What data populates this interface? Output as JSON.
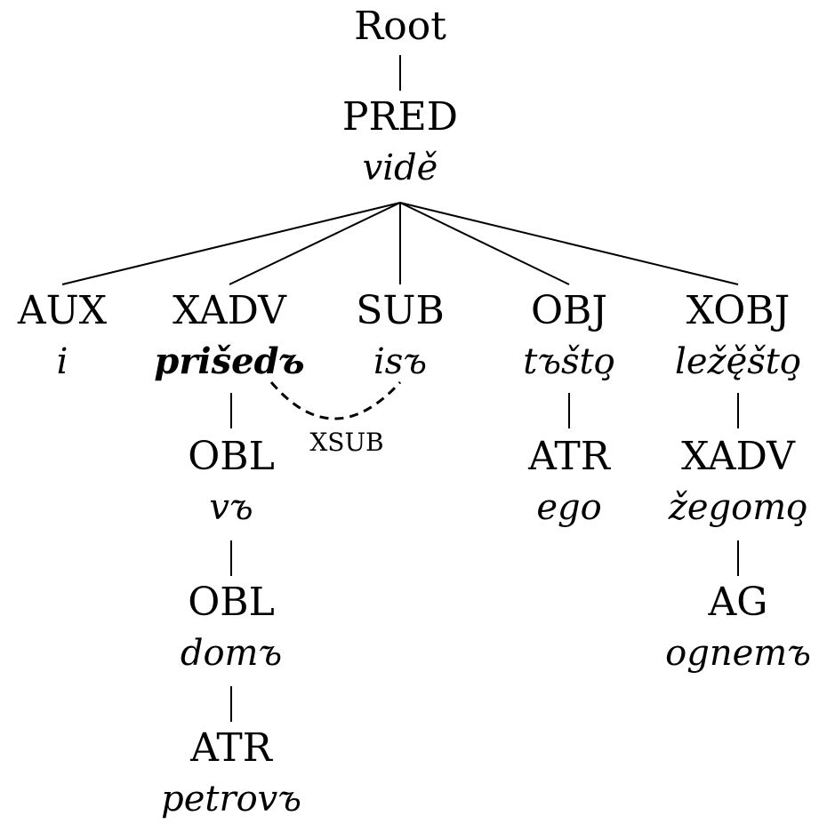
{
  "root": {
    "label": "Root"
  },
  "pred": {
    "label": "PRED",
    "word": "vidě"
  },
  "aux": {
    "label": "AUX",
    "word": "i"
  },
  "xadv": {
    "label": "XADV",
    "word": "prišedъ"
  },
  "sub": {
    "label": "SUB",
    "word": "isъ"
  },
  "obj": {
    "label": "OBJ",
    "word": "tъšto̧"
  },
  "xobj": {
    "label": "XOBJ",
    "word": "ležę̌što̧"
  },
  "obl1": {
    "label": "OBL",
    "word": "vъ"
  },
  "obl2": {
    "label": "OBL",
    "word": "domъ"
  },
  "atr1": {
    "label": "ATR",
    "word": "petrovъ"
  },
  "atr2": {
    "label": "ATR",
    "word": "ego"
  },
  "xadv2": {
    "label": "XADV",
    "word": "žegomo̧"
  },
  "ag": {
    "label": "AG",
    "word": "ognemъ"
  },
  "xsub": {
    "label": "XSUB"
  }
}
